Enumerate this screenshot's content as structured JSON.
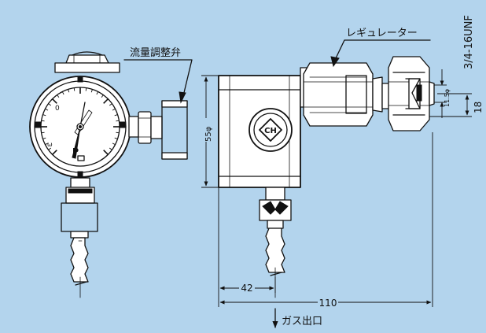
{
  "labels": {
    "flow_valve": "流量調整弁",
    "regulator": "レギュレーター",
    "gas_outlet": "ガス出口",
    "thread": "3/4-16UNF",
    "logo": "CH"
  },
  "dimensions": {
    "dia_body": "55φ",
    "dia_small": "11.5φ",
    "height_18": "18",
    "len_42": "42",
    "len_110": "110"
  },
  "colors": {
    "background": "#b3d4ed",
    "line": "#111111",
    "part_fill": "#ffffff"
  }
}
